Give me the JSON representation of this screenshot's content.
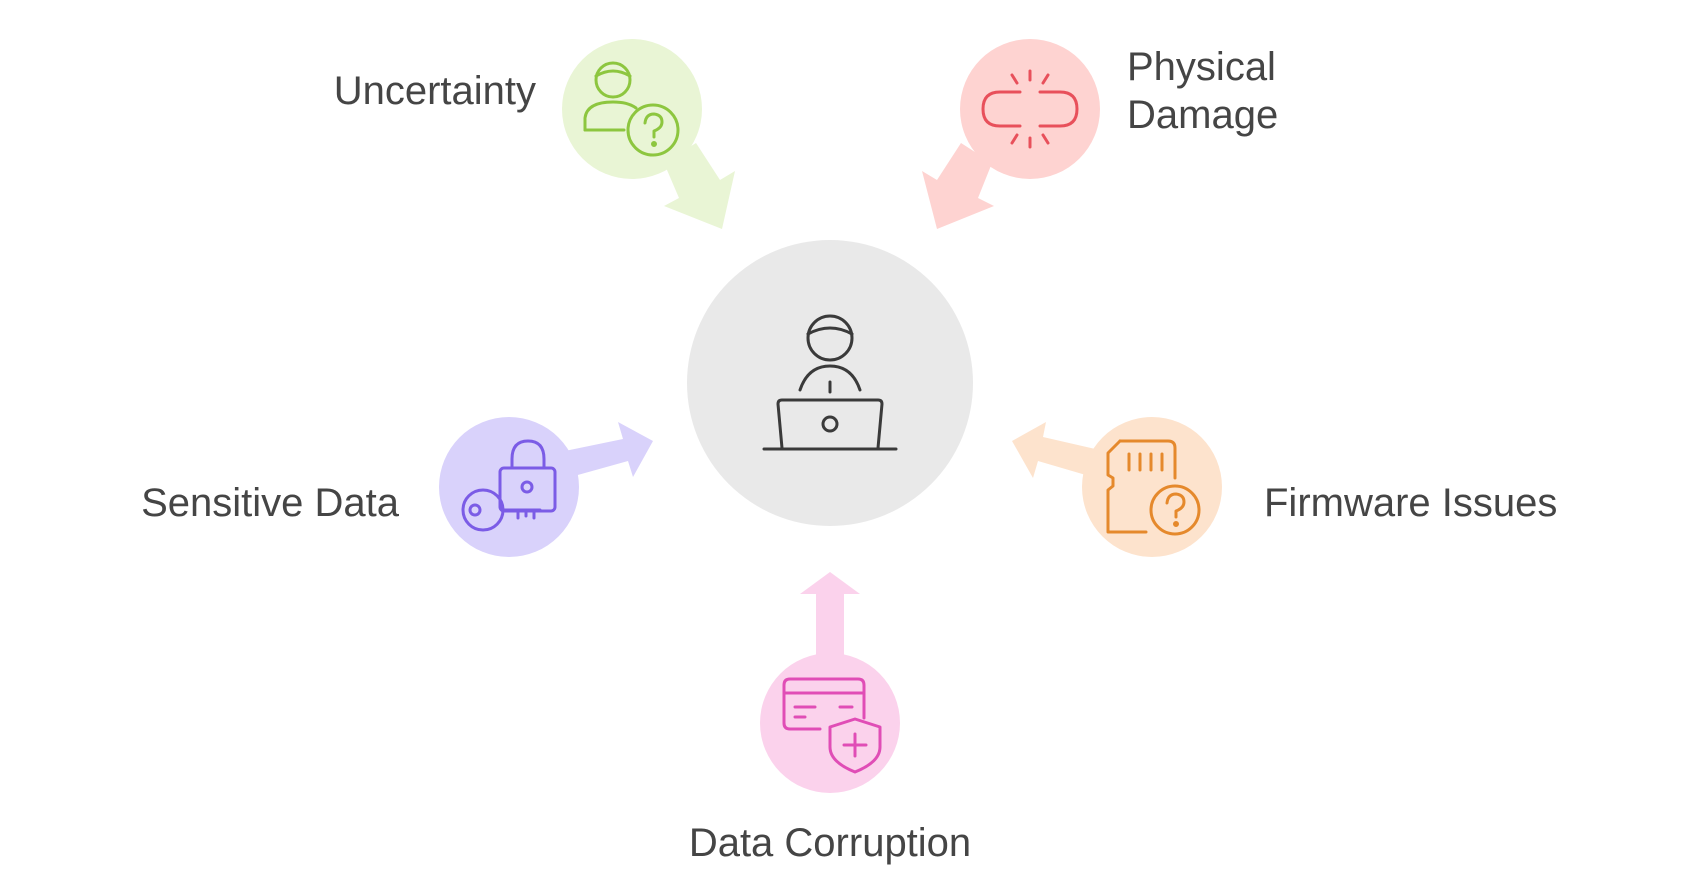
{
  "diagram": {
    "center": {
      "icon": "person-at-laptop-icon",
      "fill": "#e9e9e9",
      "stroke": "#3a3a3a"
    },
    "nodes": [
      {
        "id": "uncertainty",
        "label_lines": [
          "Uncertainty"
        ],
        "icon": "person-question-icon",
        "fill": "#e9f5d5",
        "stroke": "#8dc63f"
      },
      {
        "id": "physical-damage",
        "label_lines": [
          "Physical",
          "Damage"
        ],
        "icon": "broken-link-icon",
        "fill": "#fed3d1",
        "stroke": "#e8505b"
      },
      {
        "id": "sensitive-data",
        "label_lines": [
          "Sensitive Data"
        ],
        "icon": "lock-key-icon",
        "fill": "#d9d2fb",
        "stroke": "#7b5ce6"
      },
      {
        "id": "firmware-issues",
        "label_lines": [
          "Firmware Issues"
        ],
        "icon": "sd-card-question-icon",
        "fill": "#fde3cd",
        "stroke": "#e5892c"
      },
      {
        "id": "data-corruption",
        "label_lines": [
          "Data Corruption"
        ],
        "icon": "card-shield-icon",
        "fill": "#fbd2ec",
        "stroke": "#e04db6"
      }
    ]
  }
}
